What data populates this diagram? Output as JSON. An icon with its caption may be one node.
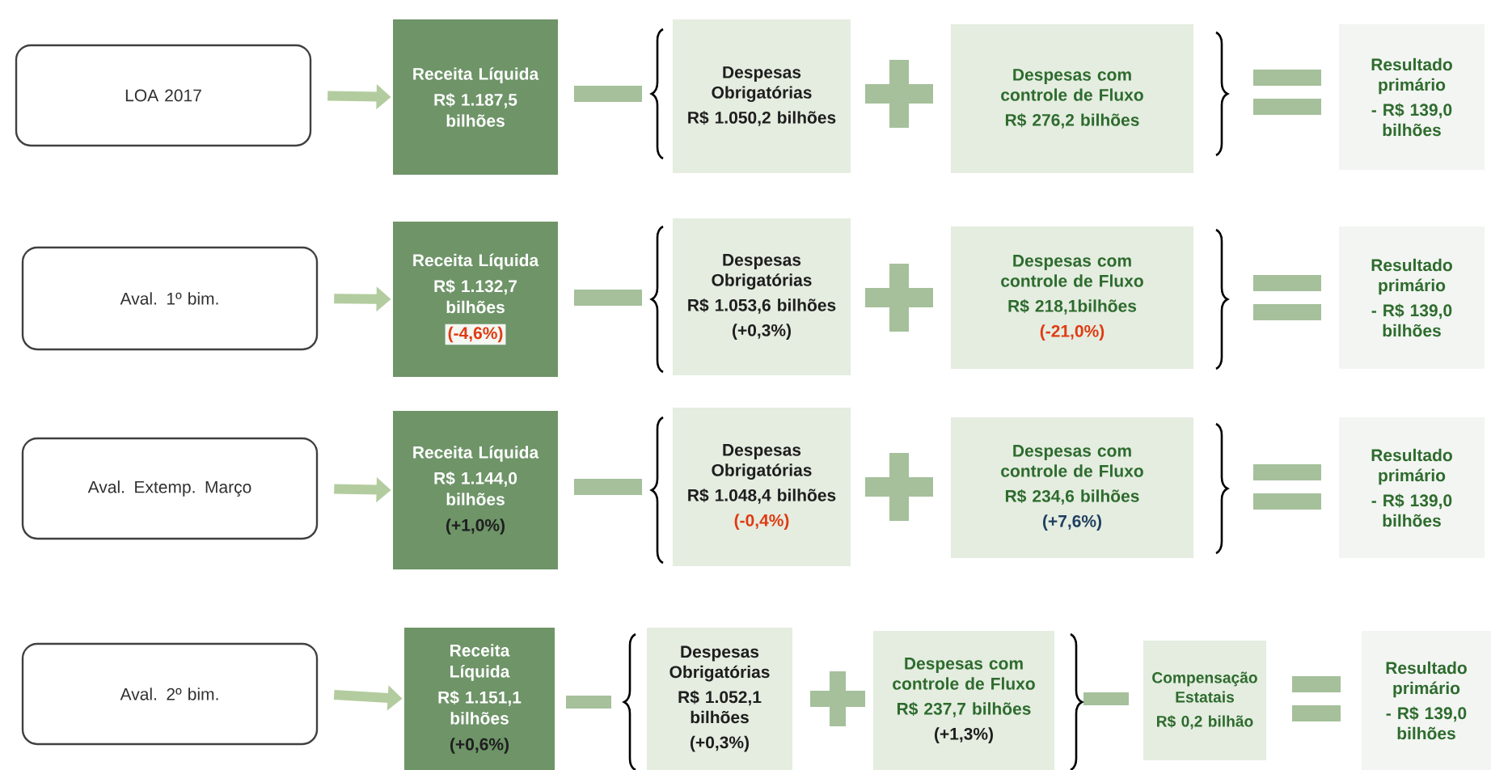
{
  "diagram": {
    "nodes": [
      {
        "text": [
          "LOA 2017"
        ]
      },
      {
        "text": [
          "Receita Líquida",
          "R$ 1.187,5 bilhões"
        ]
      },
      {
        "text": [
          "Despesas Obrigatórias",
          "R$ 1.050,2 bilhões"
        ]
      },
      {
        "text": [
          "Despesas com controle de Fluxo",
          "R$ 276,2 bilhões"
        ]
      },
      {
        "text": [
          "Resultado primário",
          "- R$ 139,0 bilhões"
        ]
      },
      {
        "text": [
          "Aval. 1º bim."
        ]
      },
      {
        "text": [
          "Receita Líquida",
          "R$ 1.132,7 bilhões",
          "(-4,6%)"
        ]
      },
      {
        "text": [
          "Despesas Obrigatórias",
          "R$ 1.053,6 bilhões",
          "(+0,3%)"
        ]
      },
      {
        "text": [
          "Despesas com controle de Fluxo",
          "R$ 218,1bilhões",
          "(-21,0%)"
        ]
      },
      {
        "text": [
          "Resultado primário",
          "- R$ 139,0 bilhões"
        ]
      },
      {
        "text": [
          "Aval. Extemp. Março"
        ]
      },
      {
        "text": [
          "Receita Líquida",
          "R$ 1.144,0 bilhões",
          "(+1,0%)"
        ]
      },
      {
        "text": [
          "Despesas Obrigatórias",
          "R$ 1.048,4 bilhões",
          "(-0,4%)"
        ]
      },
      {
        "text": [
          "Despesas com controle de Fluxo",
          "R$ 234,6 bilhões",
          "(+7,6%)"
        ]
      },
      {
        "text": [
          "Resultado primário",
          "- R$ 139,0 bilhões"
        ]
      },
      {
        "text": [
          "Aval. 2º bim."
        ]
      },
      {
        "text": [
          "Receita Líquida",
          "R$ 1.151,1 bilhões",
          "(+0,6%)"
        ]
      },
      {
        "text": [
          "Despesas Obrigatórias",
          "R$ 1.052,1 bilhões",
          "(+0,3%)"
        ]
      },
      {
        "text": [
          "Despesas com controle de Fluxo",
          "R$ 237,7 bilhões",
          "(+1,3%)"
        ]
      },
      {
        "text": [
          "Compensação Estatais",
          "R$ 0,2 bilhão"
        ]
      },
      {
        "text": [
          "Resultado primário",
          "- R$ 139,0 bilhões"
        ]
      }
    ],
    "edges": [
      {
        "from": 0,
        "to": 1,
        "arrow": "to"
      },
      {
        "from": 5,
        "to": 6,
        "arrow": "to"
      },
      {
        "from": 10,
        "to": 11,
        "arrow": "to"
      },
      {
        "from": 15,
        "to": 16,
        "arrow": "to"
      }
    ]
  }
}
